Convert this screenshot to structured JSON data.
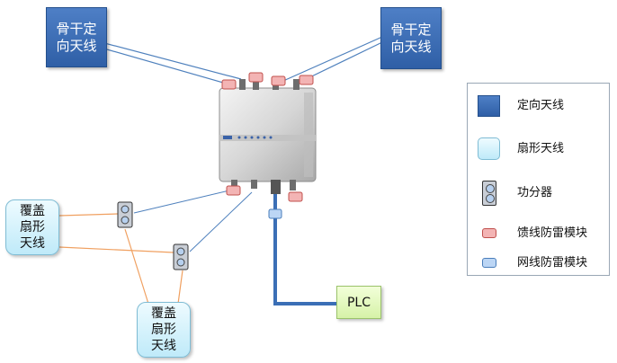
{
  "nodes": {
    "backbone_left": "骨干定向天线",
    "backbone_right": "骨干定向天线",
    "sector_left": "覆盖扇形天线",
    "sector_bottom": "覆盖扇形天线",
    "plc": "PLC"
  },
  "legend": {
    "items": [
      {
        "icon": "directional-antenna-icon",
        "label": "定向天线"
      },
      {
        "icon": "sector-antenna-icon",
        "label": "扇形天线"
      },
      {
        "icon": "power-splitter-icon",
        "label": "功分器"
      },
      {
        "icon": "feeder-lightning-module-icon",
        "label": "馈线防雷模块"
      },
      {
        "icon": "network-lightning-module-icon",
        "label": "网线防雷模块"
      }
    ]
  },
  "colors": {
    "directional_antenna": "#3a6db5",
    "sector_antenna": "#d6f1fb",
    "feeder_module": "#f3b4b4",
    "network_module": "#bcd6f5",
    "plc_box": "#e4f7c4",
    "rf_link": "#4f81bd",
    "sector_link": "#f0a060",
    "ethernet_cable": "#3b6fb6"
  }
}
